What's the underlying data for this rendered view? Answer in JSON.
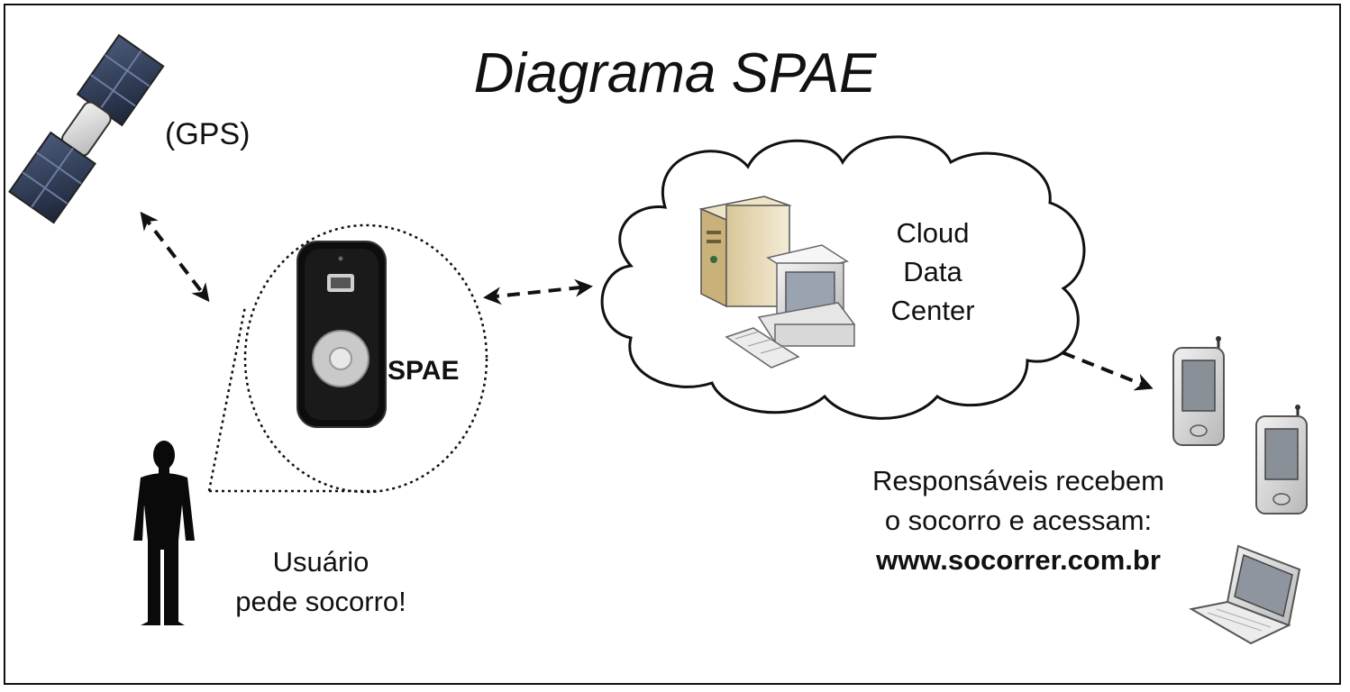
{
  "title": "Diagrama SPAE",
  "gps": {
    "label": "(GPS)"
  },
  "device": {
    "label": "SPAE"
  },
  "cloud": {
    "lines": [
      "Cloud",
      "Data",
      "Center"
    ]
  },
  "user": {
    "lines": [
      "Usuário",
      "pede socorro!"
    ]
  },
  "responders": {
    "lines": [
      "Responsáveis recebem",
      "o socorro e acessam:",
      "www.socorrer.com.br"
    ]
  }
}
